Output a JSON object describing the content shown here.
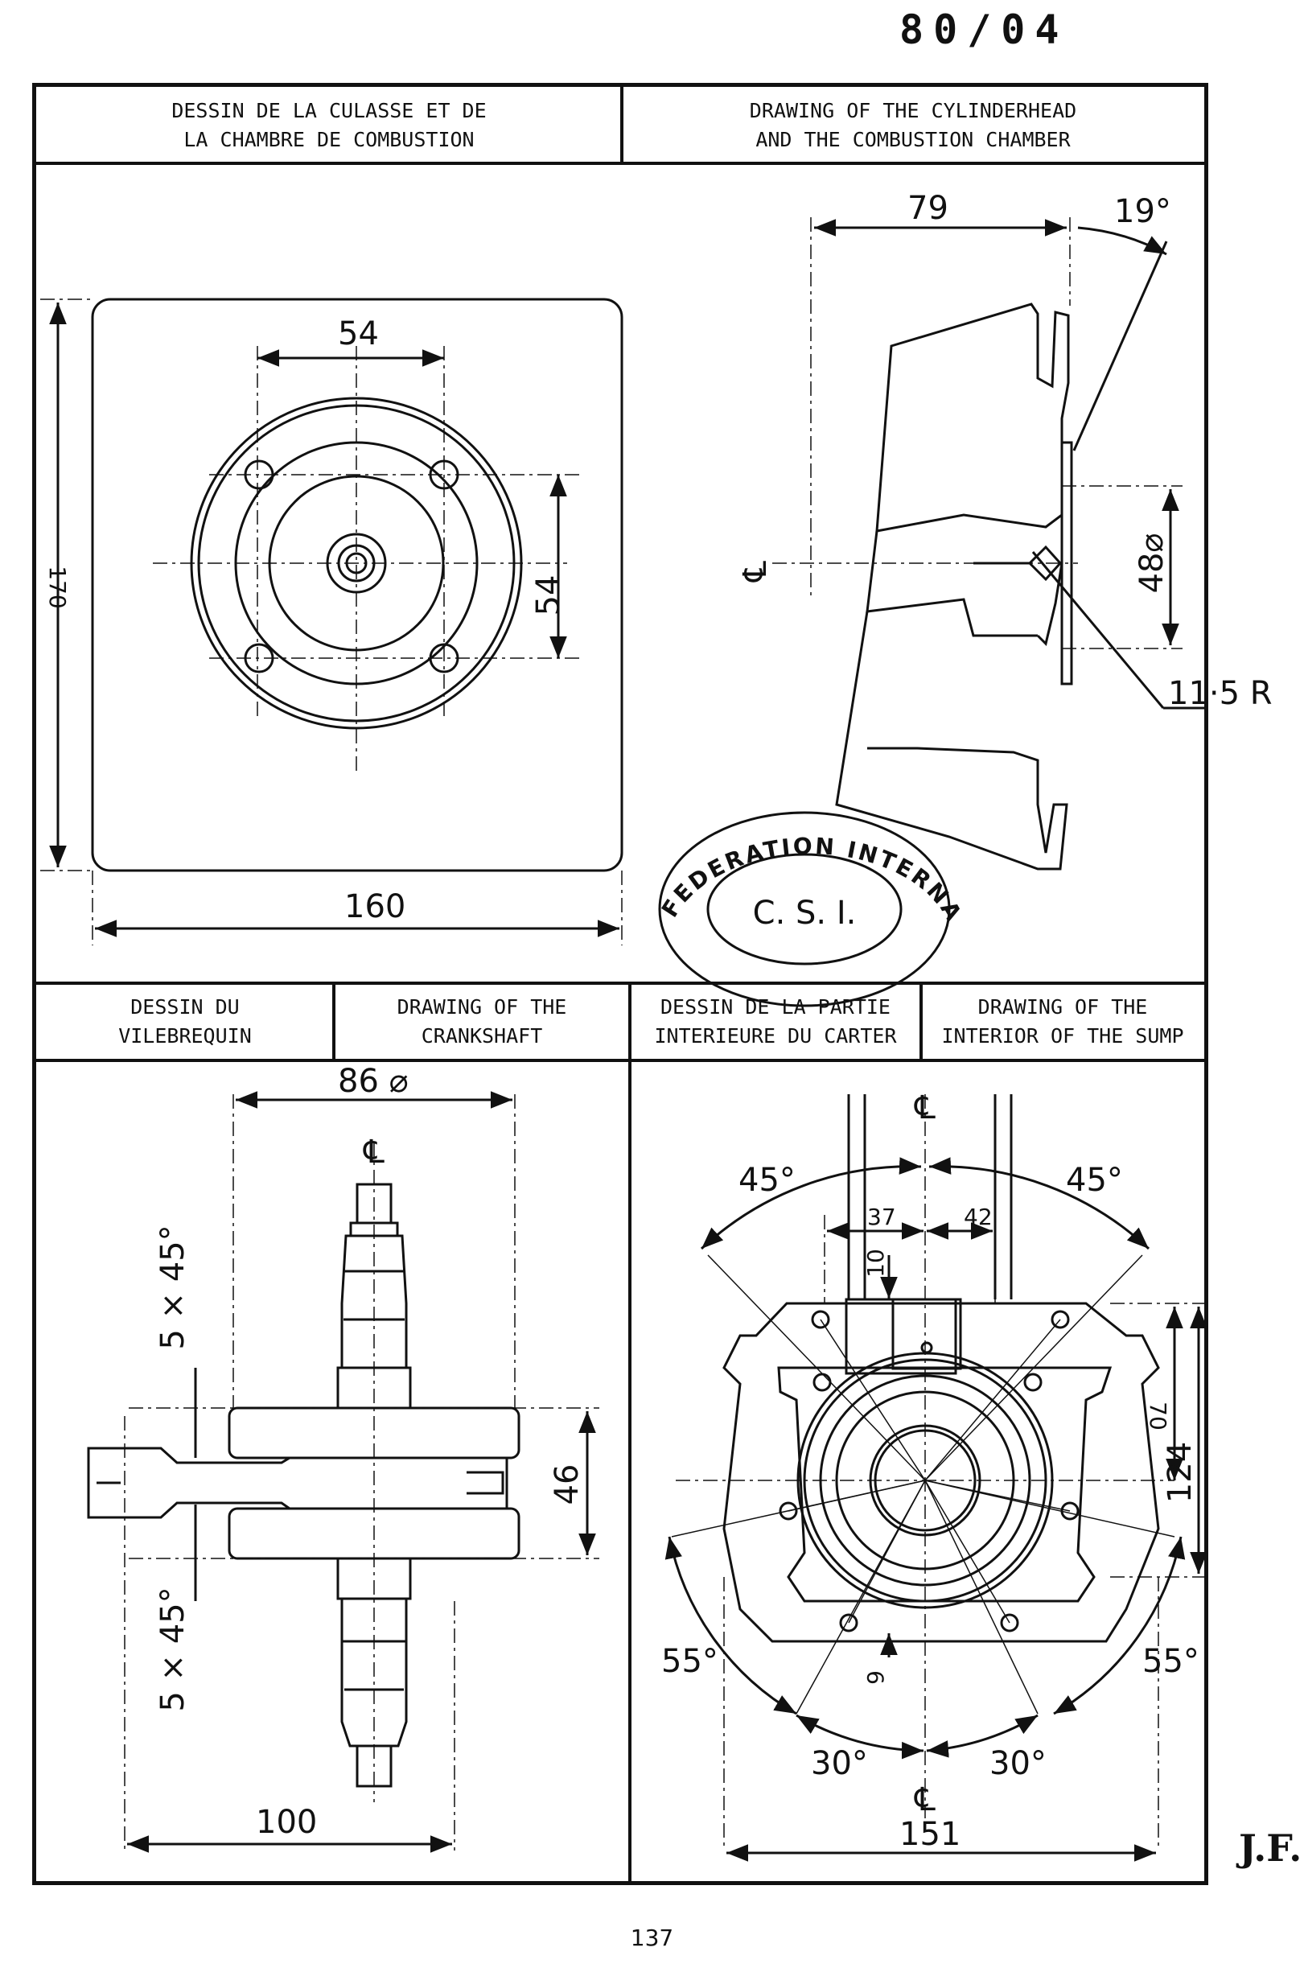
{
  "page_ref": "80/04",
  "page_number": "137",
  "initials": "J.F.",
  "headers": {
    "cyl_fr": "DESSIN DE LA CULASSE ET DE\nLA CHAMBRE DE COMBUSTION",
    "cyl_en": "DRAWING OF THE CYLINDERHEAD\nAND THE COMBUSTION CHAMBER",
    "crank_fr": "DESSIN    DU\nVILEBREQUIN",
    "crank_en": "DRAWING OF THE\nCRANKSHAFT",
    "sump_fr": "DESSIN DE LA PARTIE\nINTERIEURE DU CARTER",
    "sump_en": "DRAWING OF THE\nINTERIOR OF THE SUMP"
  },
  "stamp": {
    "ring_text": "FEDERATION INTERNATIONALE DE L'AUTOMOBILE",
    "center": "C. S. I."
  },
  "dimensions": {
    "head_plan": {
      "width": "160",
      "height": "170",
      "bolt_h": "54",
      "bolt_v": "54"
    },
    "head_section": {
      "length": "79",
      "angle": "19°",
      "bore": "48⌀",
      "radius": "11·5 R",
      "axis": "℄"
    },
    "crank": {
      "diameter": "86 ⌀",
      "chamfer_top": "5 × 45°",
      "chamfer_bottom": "5 × 45°",
      "web": "46",
      "length": "100",
      "axis": "℄"
    },
    "sump": {
      "angle_tl": "45°",
      "angle_tr": "45°",
      "off_l": "37",
      "off_r": "42",
      "small": "10",
      "h1": "70",
      "h2": "124",
      "angle_bl": "55°",
      "angle_br": "55°",
      "angle_b1": "30°",
      "angle_b2": "30°",
      "gap": "9",
      "width": "151",
      "axis_top": "℄",
      "axis_bottom": "℄"
    }
  }
}
